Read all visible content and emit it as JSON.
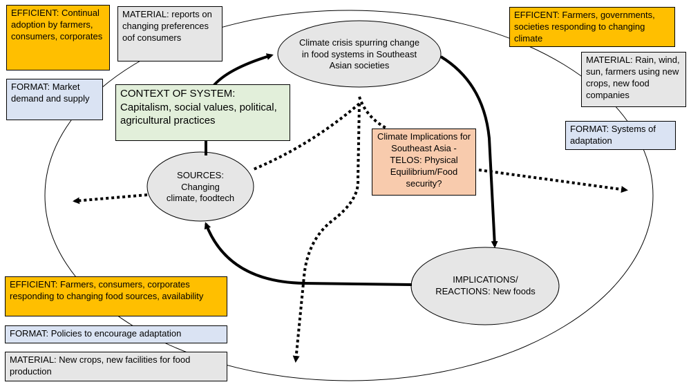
{
  "nodes": {
    "climate_crisis": "Climate crisis spurring change in food systems in Southeast Asian societies",
    "sources": "SOURCES: Changing climate, foodtech",
    "implications": "IMPLICATIONS/ REACTIONS: New foods"
  },
  "boxes": {
    "efficient_top_left": "EFFICIENT: Continual adoption by farmers, consumers, corporates",
    "material_top": "MATERIAL: reports on changing preferences oof consumers",
    "format_left": "FORMAT: Market demand and supply",
    "context": "CONTEXT OF SYSTEM: Capitalism, social values, political, agricultural practices",
    "telos": "Climate Implications for Southeast Asia - TELOS: Physical Equilibrium/Food security?",
    "efficient_top_right": "EFFICENT: Farmers, governments, societies responding to changing climate",
    "material_right": "MATERIAL: Rain, wind, sun, farmers using new crops, new food companies",
    "format_right": "FORMAT: Systems of adaptation",
    "efficient_bottom": "EFFICIENT: Farmers, consumers, corporates responding to changing food sources, availability",
    "format_bottom": "FORMAT: Policies to encourage adaptation",
    "material_bottom": "MATERIAL: New crops, new facilities for food production"
  },
  "colors": {
    "orange": "#ffbf00",
    "gray": "#e6e6e6",
    "blue": "#dae3f3",
    "green": "#e2efda",
    "salmon": "#f8cbad",
    "node_fill": "#e6e6e6"
  }
}
